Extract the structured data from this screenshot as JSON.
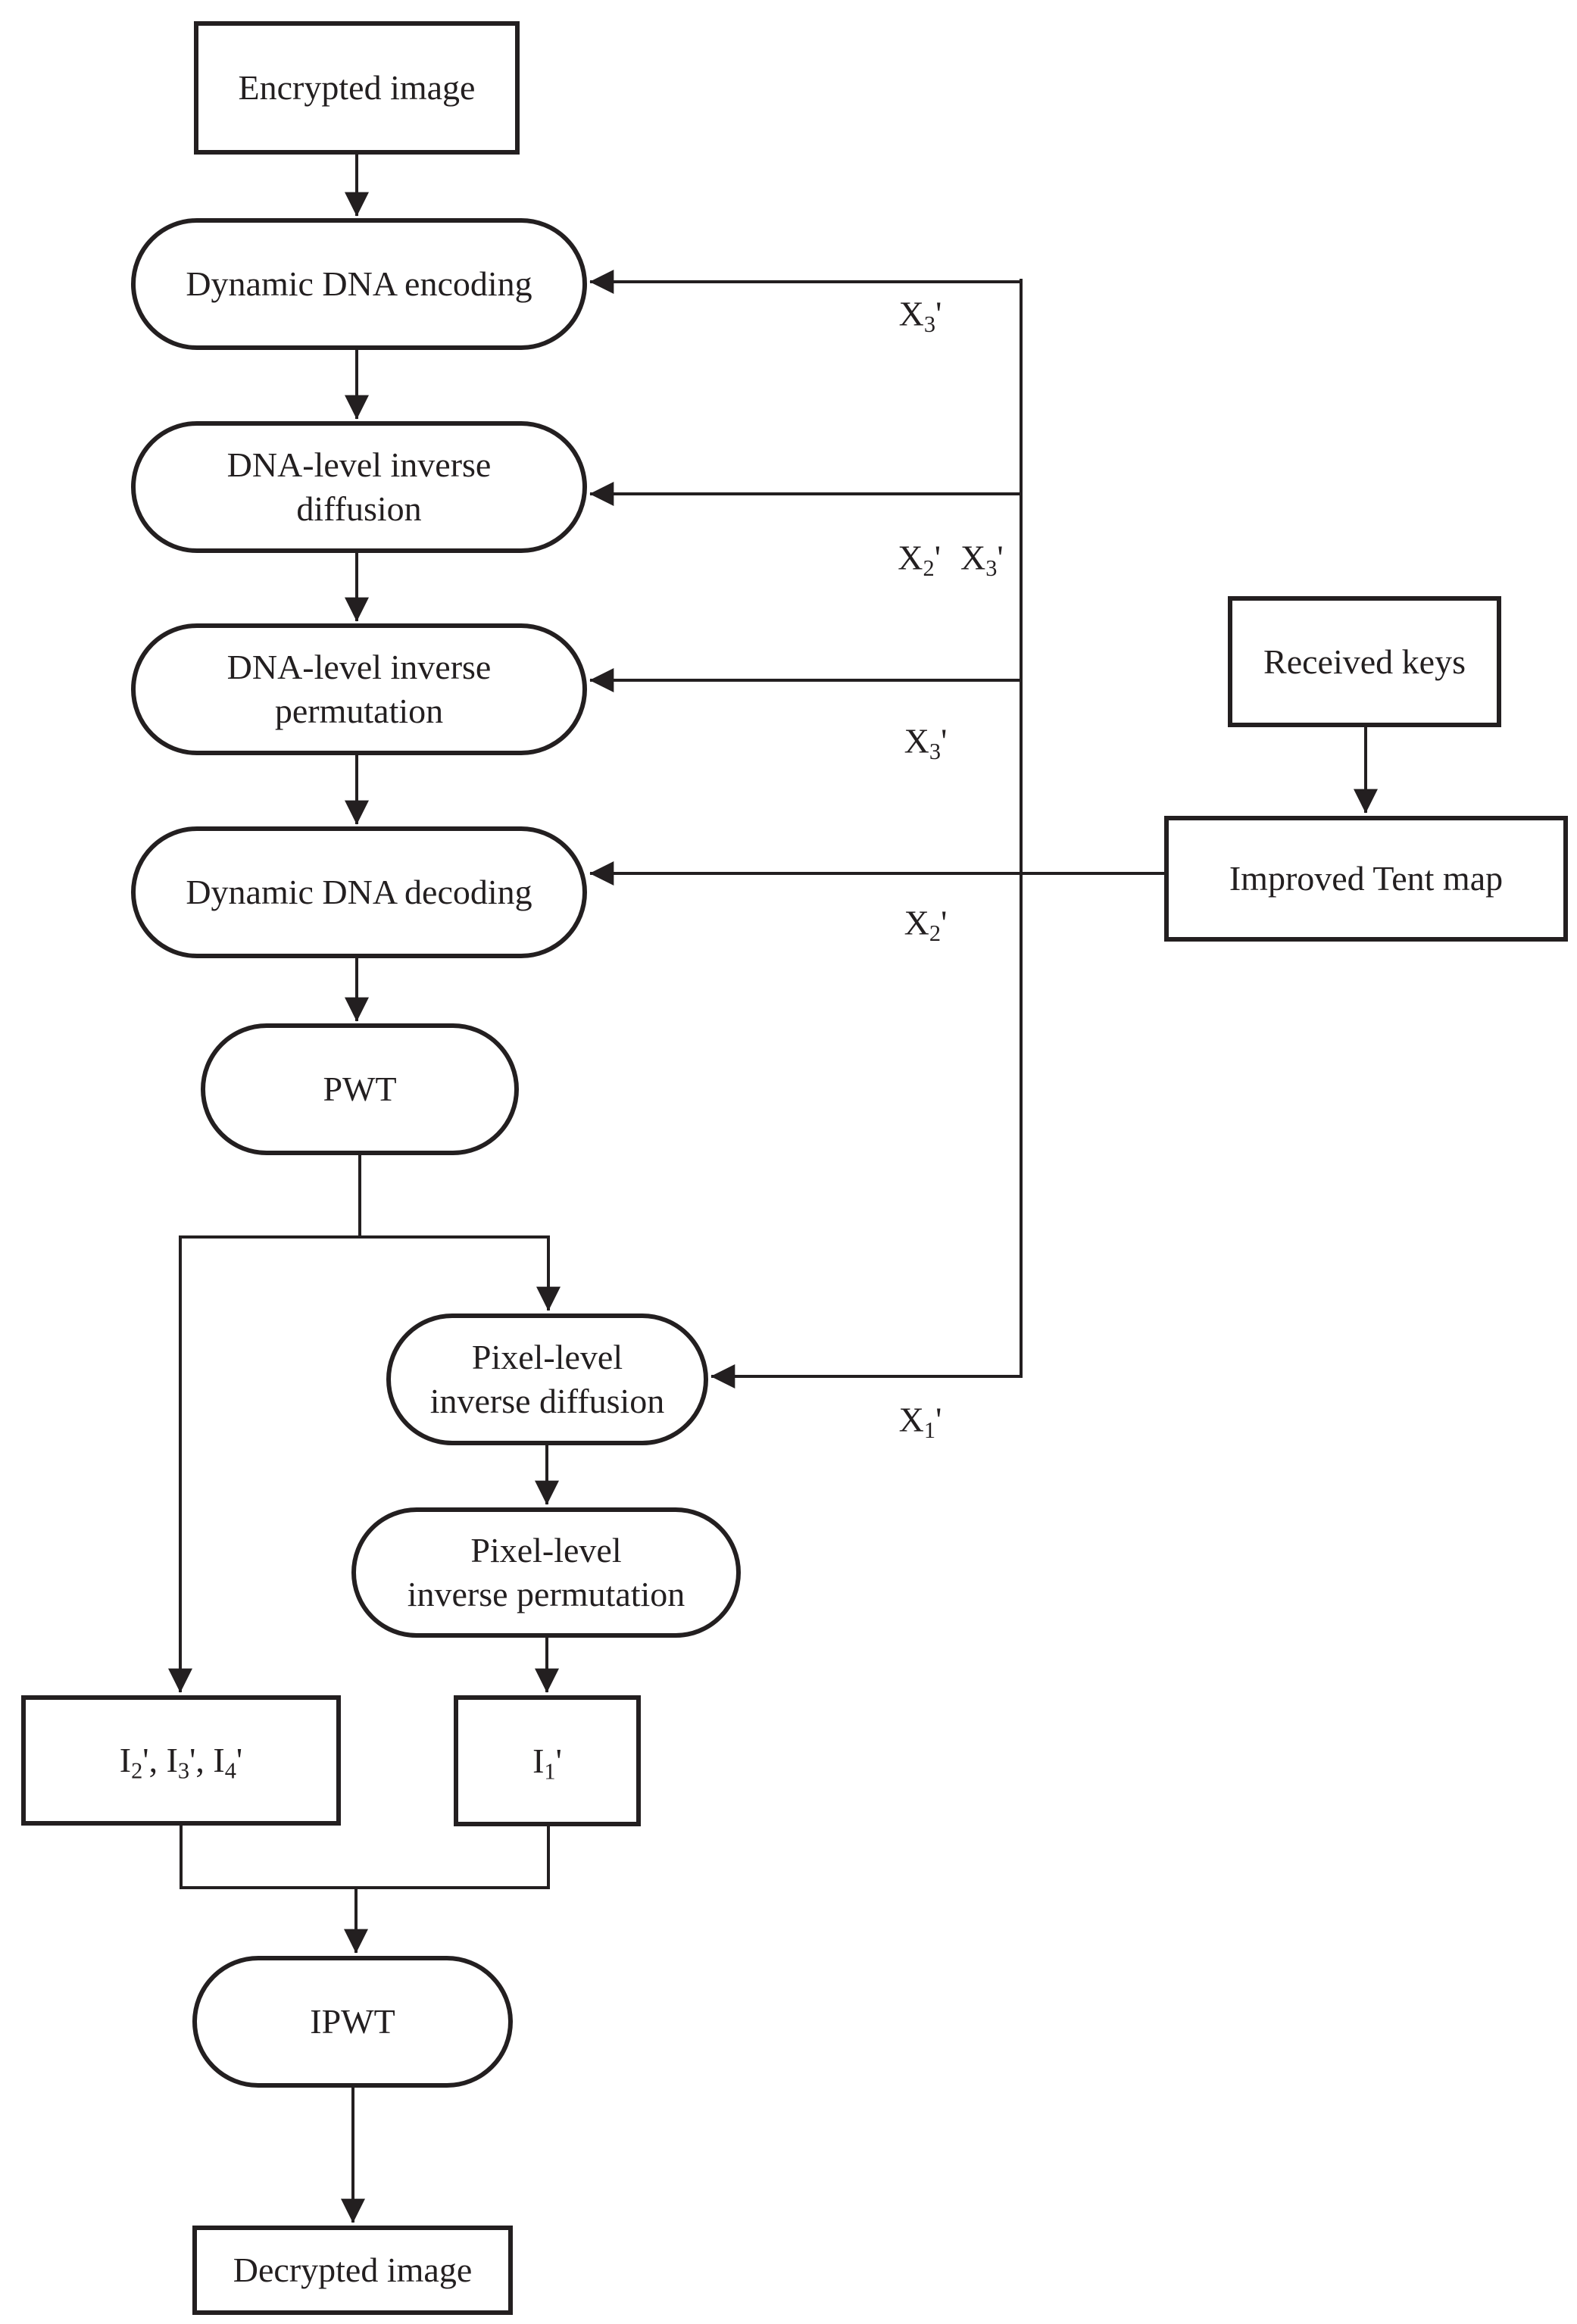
{
  "figure": {
    "type": "flowchart",
    "description": "Image decryption flow diagram"
  },
  "colors": {
    "ink": "#231f20",
    "background": "#ffffff"
  },
  "nodes": {
    "encrypted_image": {
      "label": "Encrypted image"
    },
    "dynamic_dna_encoding": {
      "label": "Dynamic DNA encoding"
    },
    "dna_inverse_diffusion": {
      "line1": "DNA-level inverse",
      "line2": "diffusion"
    },
    "dna_inverse_permutation": {
      "line1": "DNA-level inverse",
      "line2": "permutation"
    },
    "dynamic_dna_decoding": {
      "label": "Dynamic DNA decoding"
    },
    "pwt": {
      "label": "PWT"
    },
    "pixel_inverse_diffusion": {
      "line1": "Pixel-level",
      "line2": "inverse diffusion"
    },
    "pixel_inverse_permutation": {
      "line1": "Pixel-level",
      "line2": "inverse permutation"
    },
    "i234": {
      "separator": ", ",
      "parts": [
        {
          "base": "I",
          "sub": "2",
          "prime": "'"
        },
        {
          "base": "I",
          "sub": "3",
          "prime": "'"
        },
        {
          "base": "I",
          "sub": "4",
          "prime": "'"
        }
      ]
    },
    "i1": {
      "base": "I",
      "sub": "1",
      "prime": "'"
    },
    "ipwt": {
      "label": "IPWT"
    },
    "decrypted_image": {
      "label": "Decrypted image"
    },
    "received_keys": {
      "label": "Received keys"
    },
    "improved_tent_map": {
      "label": "Improved Tent map"
    }
  },
  "edge_labels": {
    "x3_top": {
      "base": "X",
      "sub": "3",
      "prime": "'"
    },
    "x2_x3": [
      {
        "base": "X",
        "sub": "2",
        "prime": "'"
      },
      {
        "base": "X",
        "sub": "3",
        "prime": "'"
      }
    ],
    "x3_mid": {
      "base": "X",
      "sub": "3",
      "prime": "'"
    },
    "x2": {
      "base": "X",
      "sub": "2",
      "prime": "'"
    },
    "x1": {
      "base": "X",
      "sub": "1",
      "prime": "'"
    }
  }
}
